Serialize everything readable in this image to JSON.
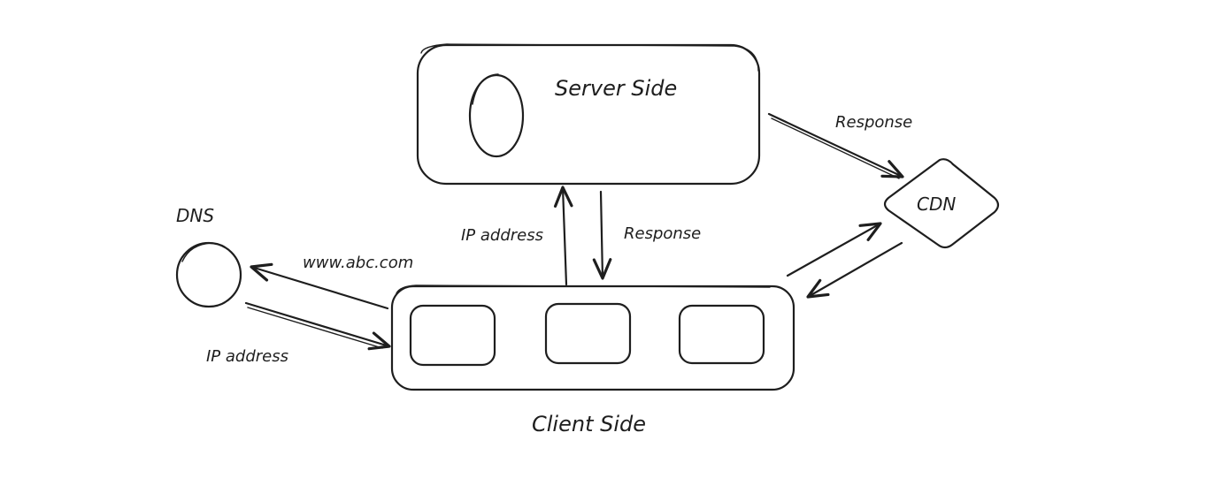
{
  "nodes": {
    "server": {
      "label": "Server Side"
    },
    "client": {
      "label": "Client Side"
    },
    "dns": {
      "label": "DNS"
    },
    "cdn": {
      "label": "CDN"
    }
  },
  "edges": {
    "server_to_cdn": {
      "label": "Response"
    },
    "client_to_server": {
      "label": "IP address"
    },
    "server_to_client": {
      "label": "Response"
    },
    "client_to_dns": {
      "label": "www.abc.com"
    },
    "dns_to_client": {
      "label": "IP address"
    }
  }
}
